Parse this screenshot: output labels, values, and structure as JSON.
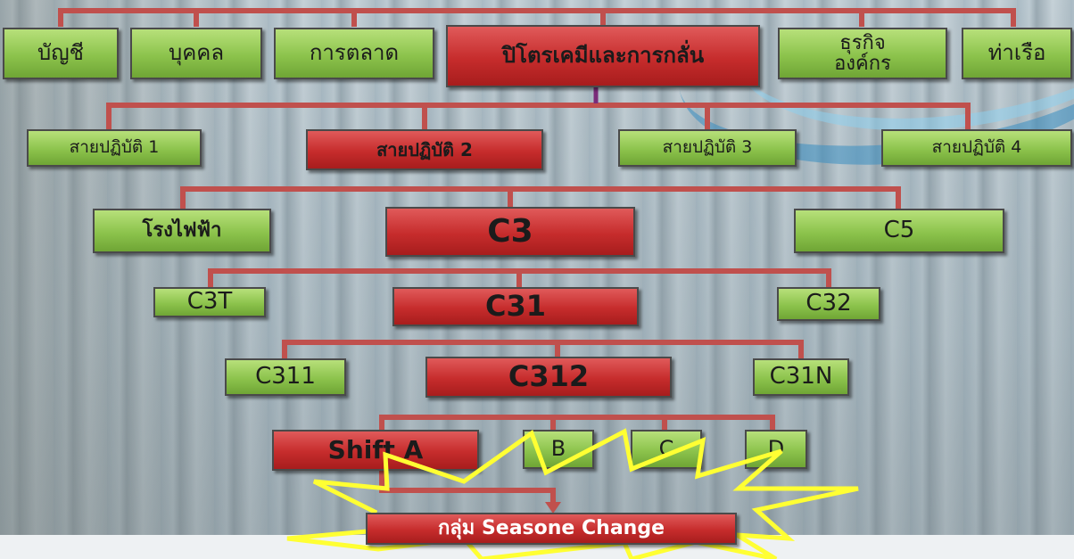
{
  "top_row": [
    {
      "label": "บัญชี",
      "style": "green"
    },
    {
      "label": "บุคคล",
      "style": "green"
    },
    {
      "label": "การตลาด",
      "style": "green"
    },
    {
      "label": "ปิโตรเคมีและการกลั่น",
      "style": "red"
    },
    {
      "label": "ธุรกิจองค์กร",
      "style": "green"
    },
    {
      "label": "ท่าเรือ",
      "style": "green"
    }
  ],
  "operations": [
    {
      "label": "สายปฏิบัติ 1",
      "style": "green"
    },
    {
      "label": "สายปฏิบัติ 2",
      "style": "red"
    },
    {
      "label": "สายปฏิบัติ 3",
      "style": "green"
    },
    {
      "label": "สายปฏิบัติ 4",
      "style": "green"
    }
  ],
  "level3": [
    {
      "label": "โรงไฟฟ้า",
      "style": "green"
    },
    {
      "label": "C3",
      "style": "red"
    },
    {
      "label": "C5",
      "style": "green"
    }
  ],
  "level4": [
    {
      "label": "C3T",
      "style": "green"
    },
    {
      "label": "C31",
      "style": "red"
    },
    {
      "label": "C32",
      "style": "green"
    }
  ],
  "level5": [
    {
      "label": "C311",
      "style": "green"
    },
    {
      "label": "C312",
      "style": "red"
    },
    {
      "label": "C31N",
      "style": "green"
    }
  ],
  "shifts": [
    {
      "label": "Shift A",
      "style": "red"
    },
    {
      "label": "B",
      "style": "green"
    },
    {
      "label": "C",
      "style": "green"
    },
    {
      "label": "D",
      "style": "green"
    }
  ],
  "group": {
    "label": "กลุ่ม Seasone Change"
  },
  "colors": {
    "line": "#c0504d",
    "green": "#8cc34c",
    "red": "#c62c2c",
    "burst": "#ffff33"
  }
}
